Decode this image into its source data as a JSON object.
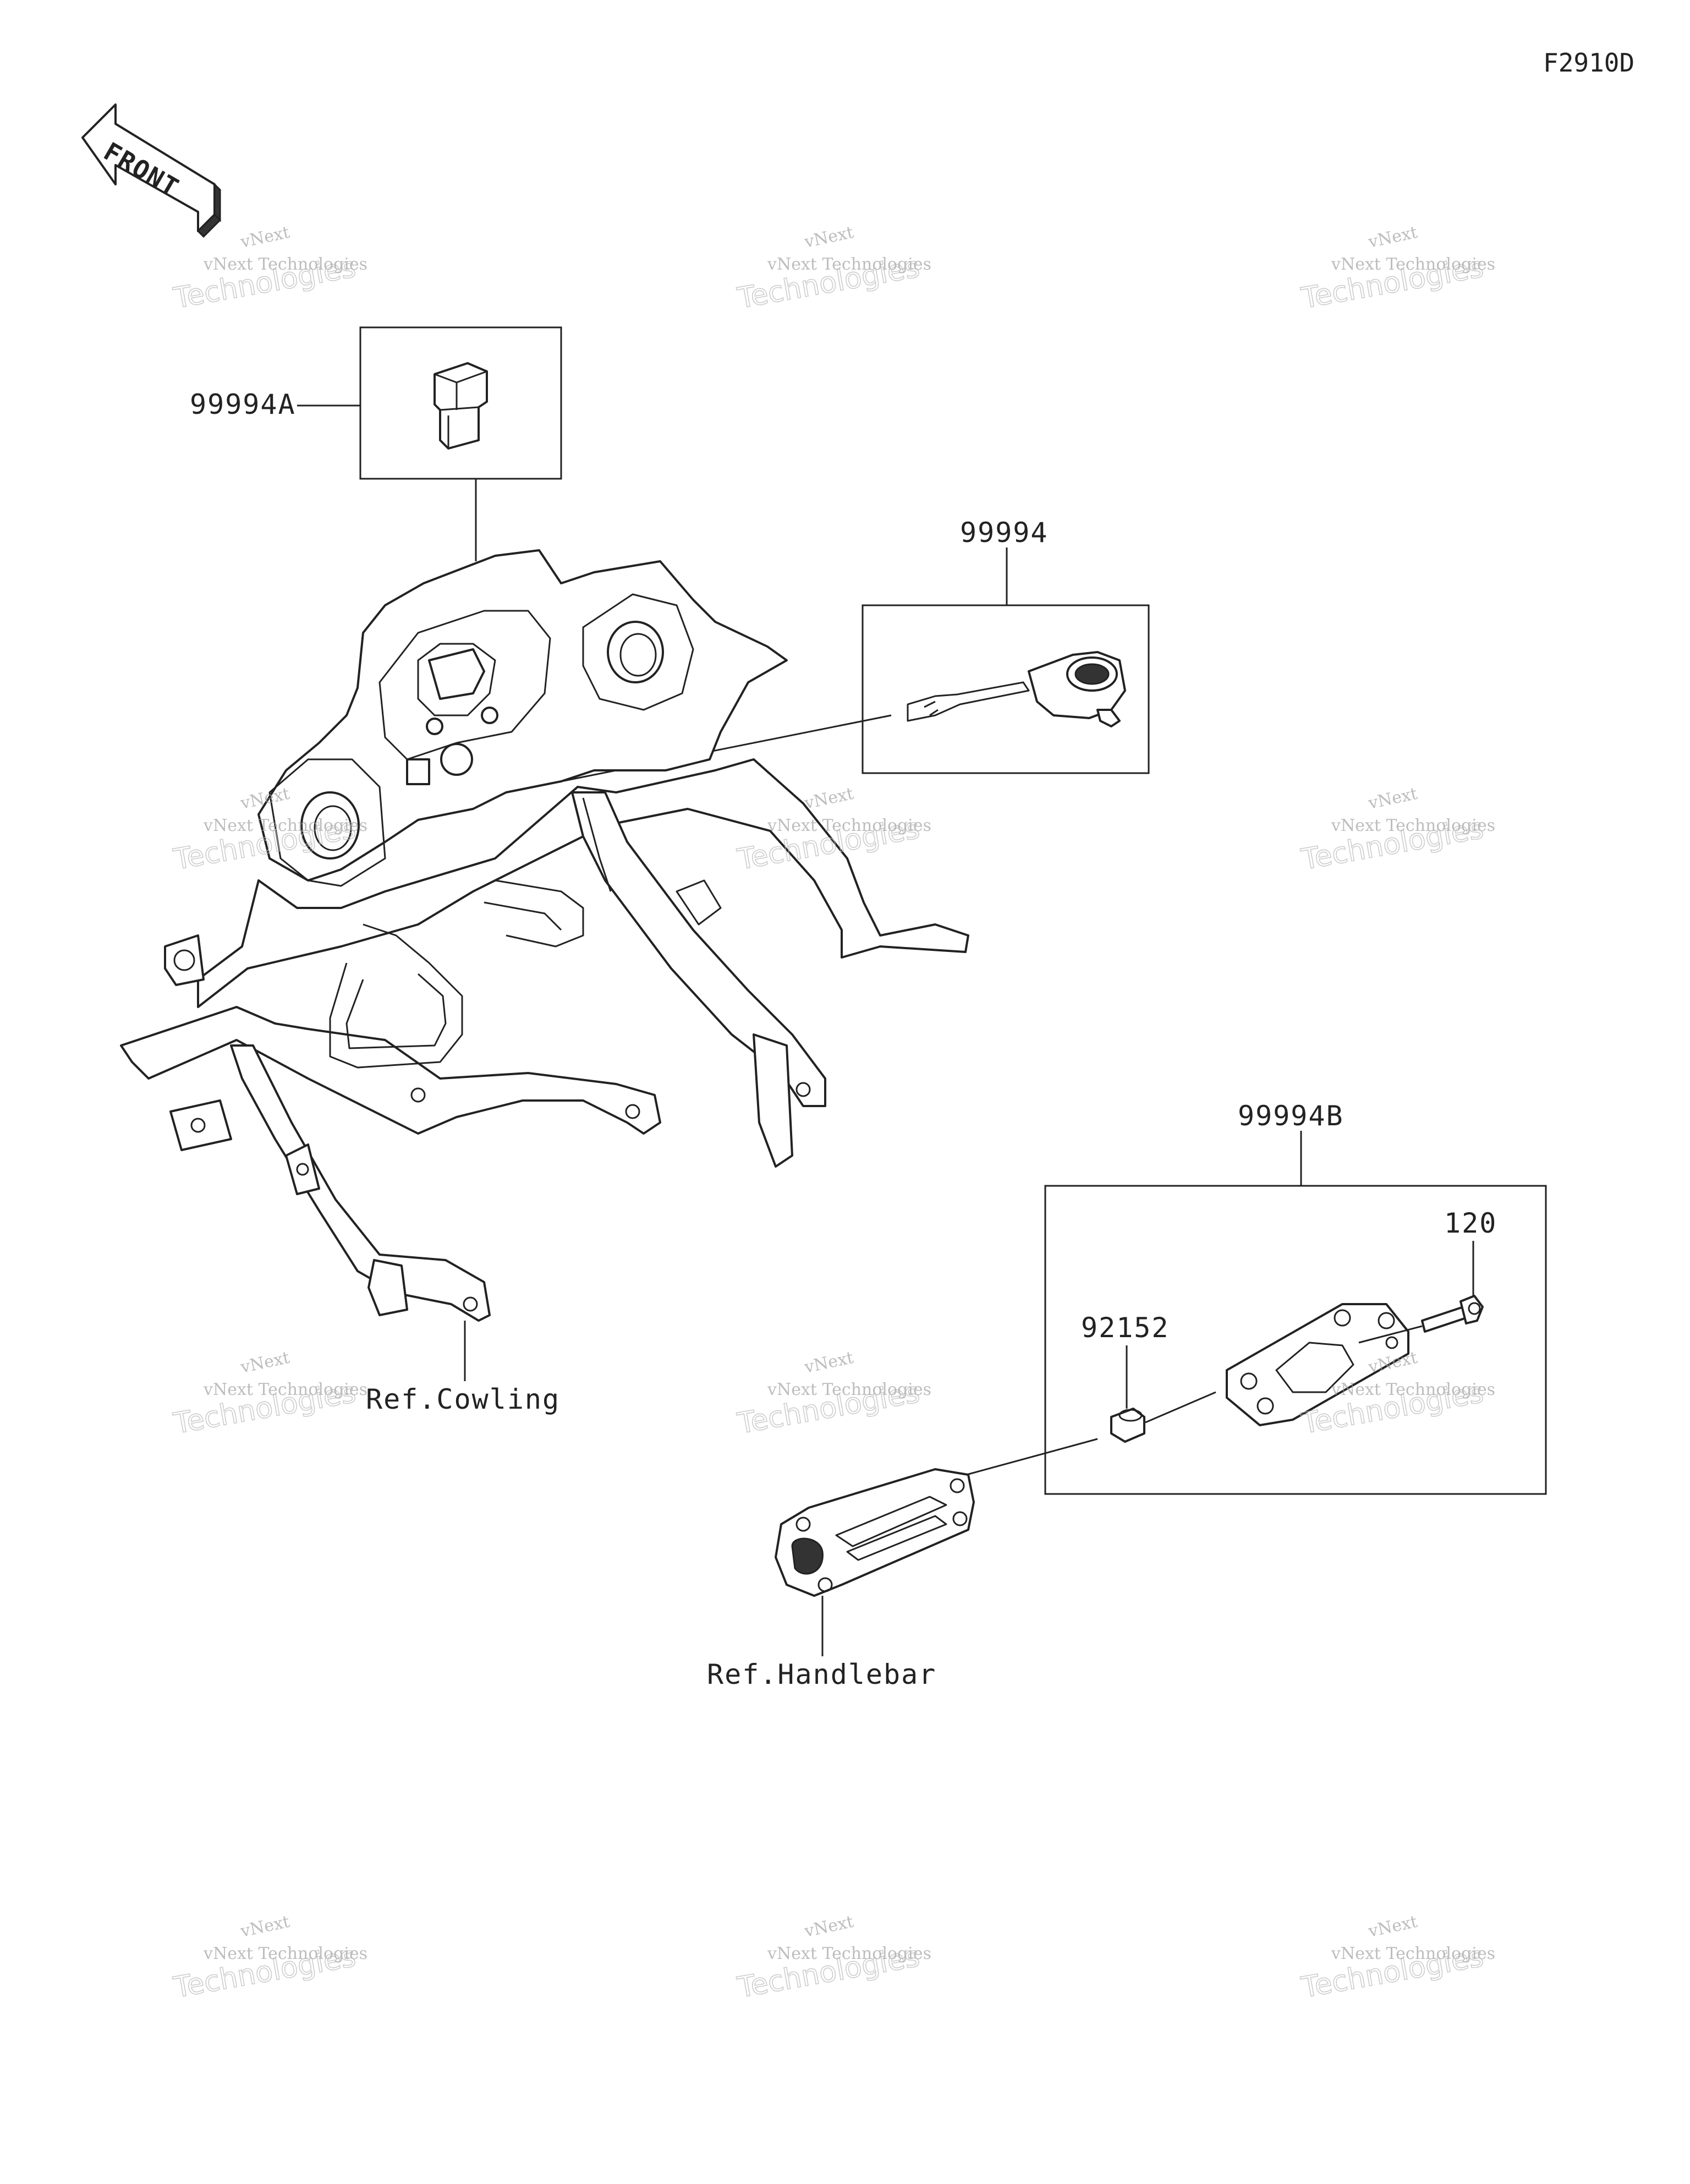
{
  "figure_code": "F2910D",
  "front_arrow_label": "FRONT",
  "watermark": {
    "line_top": "vNext",
    "line_small": "vNext Technologies",
    "line_big": "Technologies"
  },
  "callouts": {
    "part_99994A": "99994A",
    "part_99994": "99994",
    "part_99994B": "99994B",
    "part_120": "120",
    "part_92152": "92152"
  },
  "references": {
    "cowling": "Ref.Cowling",
    "handlebar": "Ref.Handlebar"
  }
}
